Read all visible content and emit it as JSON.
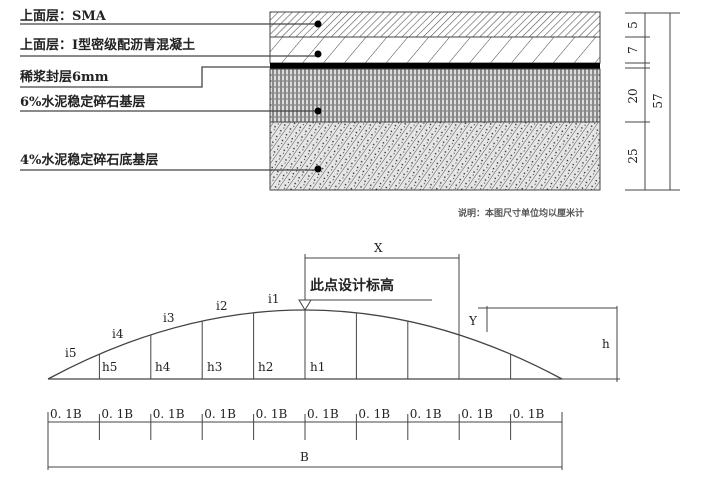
{
  "layers": [
    {
      "label": "上面层：SMA",
      "thickness": "5"
    },
    {
      "label": "上面层：I型密级配沥青混凝土",
      "thickness": "7"
    },
    {
      "label": "稀浆封层6mm",
      "thickness": ""
    },
    {
      "label": "6%水泥稳定碎石基层",
      "thickness": "20"
    },
    {
      "label": "4%水泥稳定碎石底基层",
      "thickness": "25"
    }
  ],
  "total_thickness": "57",
  "note": "说明：本图尺寸单位均以厘米计",
  "crown": {
    "design_point_label": "此点设计标高",
    "X": "X",
    "Y": "Y",
    "h": "h",
    "B": "B",
    "slopes": [
      "i1",
      "i2",
      "i3",
      "i4",
      "i5"
    ],
    "heights": [
      "h1",
      "h2",
      "h3",
      "h4",
      "h5"
    ],
    "segment_label": "0. 1B"
  }
}
